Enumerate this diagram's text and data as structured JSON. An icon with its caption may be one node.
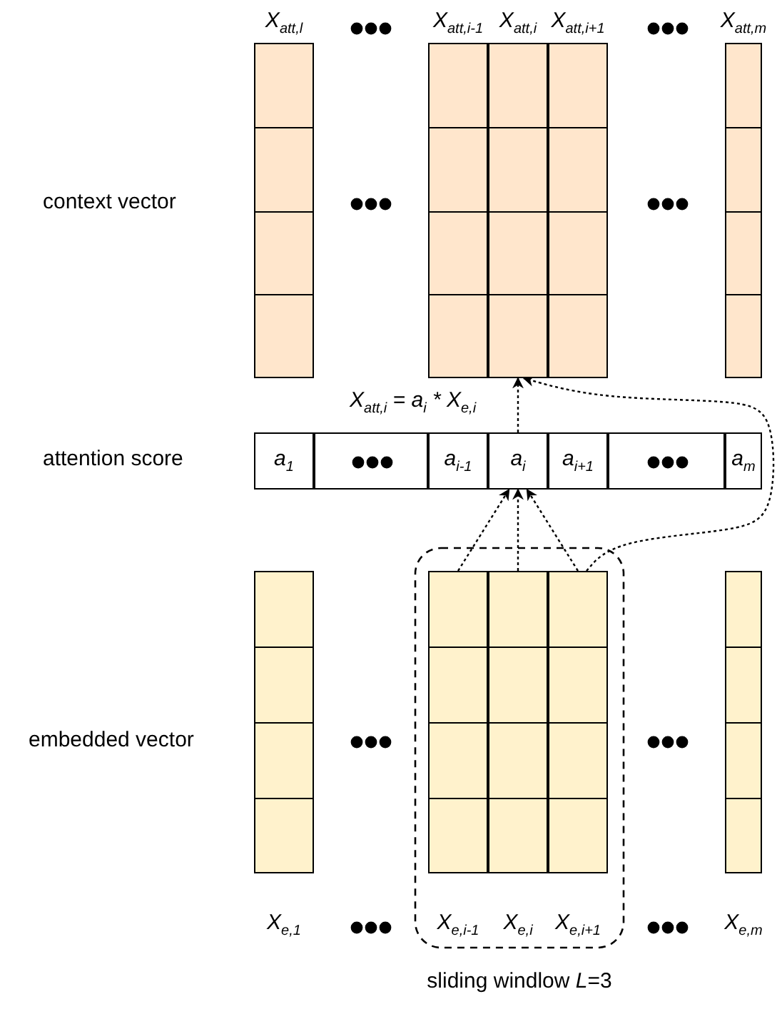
{
  "diagram": {
    "nodes": [
      {
        "text": [
          "X$_{att,l}$"
        ]
      },
      {
        "text": [
          "X$_{att,i-1}$"
        ]
      },
      {
        "text": [
          "X$_{att,i}$"
        ]
      },
      {
        "text": [
          "X$_{att,i+1}$"
        ]
      },
      {
        "text": [
          "X$_{att,m}$"
        ]
      },
      {
        "text": [
          "a$_{1}$"
        ]
      },
      {
        "text": [],
        "shape": "box"
      },
      {
        "text": [
          "a$_{i-1}$"
        ]
      },
      {
        "text": [
          "a$_{i}$"
        ]
      },
      {
        "text": [
          "a$_{i+1}$"
        ]
      },
      {
        "text": [],
        "shape": "box"
      },
      {
        "text": [
          "a$_{m}$"
        ]
      },
      {
        "text": [],
        "shape": "box",
        "beside": [
          "sliding windlow *L*=3"
        ]
      },
      {
        "text": [
          "X$_{e,1}$"
        ]
      },
      {
        "text": [
          "X$_{e,i-1}$"
        ],
        "in": 12
      },
      {
        "text": [
          "X$_{e,i}$"
        ],
        "in": 12
      },
      {
        "text": [
          "X$_{e,i+1}$"
        ],
        "in": 12
      },
      {
        "text": [
          "X$_{e,m}$"
        ]
      }
    ],
    "edges": [
      {
        "from": 8,
        "to": 2,
        "arrow": "to",
        "style": "dashed"
      },
      {
        "from": 14,
        "to": 8,
        "arrow": "to",
        "style": "dashed"
      },
      {
        "from": 15,
        "to": 8,
        "arrow": "to",
        "style": "dashed"
      },
      {
        "from": 16,
        "to": 8,
        "arrow": "to",
        "style": "dashed"
      },
      {
        "from": 16,
        "to": 2,
        "arrow": "to",
        "style": "dashed"
      }
    ],
    "labels": [
      "context vector",
      "X$_{att,i}$ = a$_{i}$ * X$_{e,i}$",
      "attention score",
      "embedded vector"
    ]
  }
}
